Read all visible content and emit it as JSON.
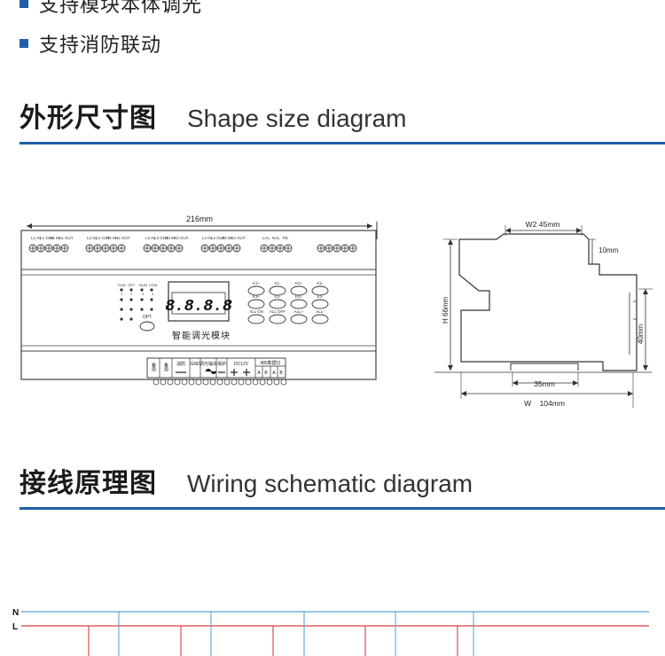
{
  "features": [
    {
      "text": "支持模块本体调光"
    },
    {
      "text": "支持消防联动"
    }
  ],
  "shape_section": {
    "title_cn": "外形尺寸图",
    "title_en": "Shape size diagram"
  },
  "wiring_section": {
    "title_cn": "接线原理图",
    "title_en": "Wiring schematic diagram"
  },
  "front_view": {
    "width_dim": "216mm",
    "top_terminal_labels": [
      "L1 IN",
      "L1 OUT",
      "N1 IN",
      "N1 OUT",
      "L2 IN",
      "L2 OUT",
      "N2 IN",
      "N2 OUT",
      "L3 IN",
      "L3 OUT",
      "N3 IN",
      "N3 OUT",
      "L4 IN",
      "L4 OUT",
      "N4 IN",
      "N4 OUT",
      "LAL",
      "NAL",
      "PE"
    ],
    "led_labels": [
      "RUN",
      "OPT",
      "RUN",
      "COM",
      "1",
      "2",
      "3",
      "4"
    ],
    "opt_button": "OPT",
    "display_value": "8.8.8.8",
    "module_name": "智能调光模块",
    "keys": [
      "K1+",
      "K1-",
      "K2+",
      "K2-",
      "K3+",
      "K3-",
      "K4+",
      "K4-",
      "ALL ON",
      "ALL OFF",
      "ALL+",
      "ALL-"
    ],
    "bottom_labels": [
      "备用",
      "备用",
      "消防",
      "GND",
      "调光输出",
      "保护",
      "DC12V",
      "485数据口"
    ],
    "bottom_sub_labels": [
      "A",
      "B",
      "A",
      "B"
    ]
  },
  "side_view": {
    "w2_dim": "W2 45mm",
    "top_step_dim": "10mm",
    "height_dim": "H  66mm",
    "rail_dim": "40mm",
    "base_dim": "35mm",
    "width_dim": "W    104mm"
  },
  "wiring": {
    "line_n": "N",
    "line_l": "L"
  },
  "colors": {
    "accent": "#1f5fa8",
    "neutral_wire": "#5aa8d8",
    "live_wire": "#d64040"
  }
}
